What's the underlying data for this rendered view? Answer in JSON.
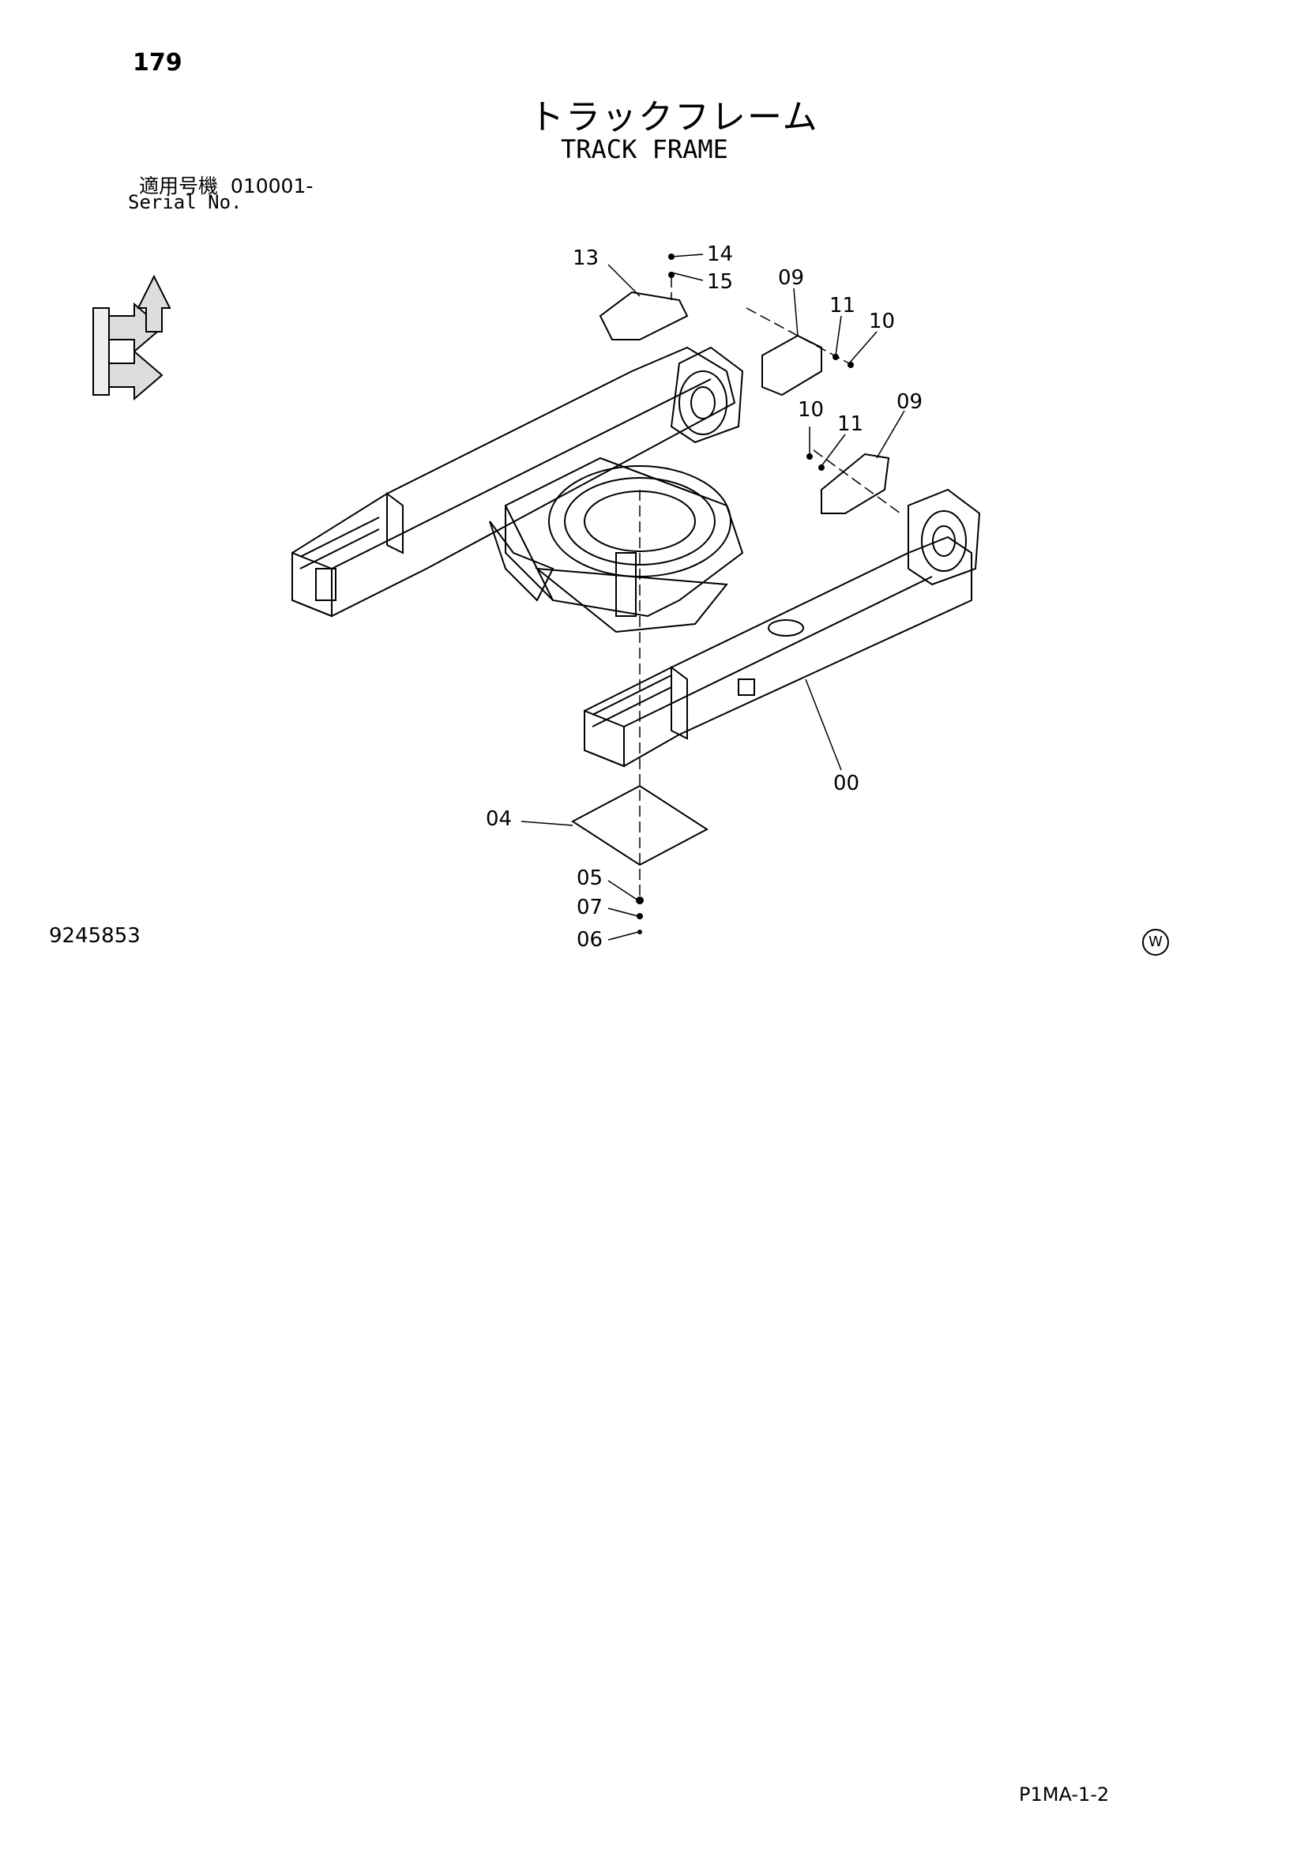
{
  "header": {
    "page_number": "179",
    "title_jp": "トラックフレーム",
    "title_en": "TRACK FRAME",
    "serial_label_jp": "適用号機",
    "serial_value": "010001-",
    "serial_label_en": "Serial No."
  },
  "footer": {
    "drawing_number": "9245853",
    "w_mark": "W",
    "page_code": "P1MA-1-2"
  },
  "callouts": [
    {
      "id": "13",
      "label": "13"
    },
    {
      "id": "14",
      "label": "14"
    },
    {
      "id": "15",
      "label": "15"
    },
    {
      "id": "09a",
      "label": "09"
    },
    {
      "id": "11a",
      "label": "11"
    },
    {
      "id": "10a",
      "label": "10"
    },
    {
      "id": "10b",
      "label": "10"
    },
    {
      "id": "11b",
      "label": "11"
    },
    {
      "id": "09b",
      "label": "09"
    },
    {
      "id": "00",
      "label": "00"
    },
    {
      "id": "04",
      "label": "04"
    },
    {
      "id": "05",
      "label": "05"
    },
    {
      "id": "07",
      "label": "07"
    },
    {
      "id": "06",
      "label": "06"
    }
  ],
  "orientation_icon": "front-top-direction-icon"
}
